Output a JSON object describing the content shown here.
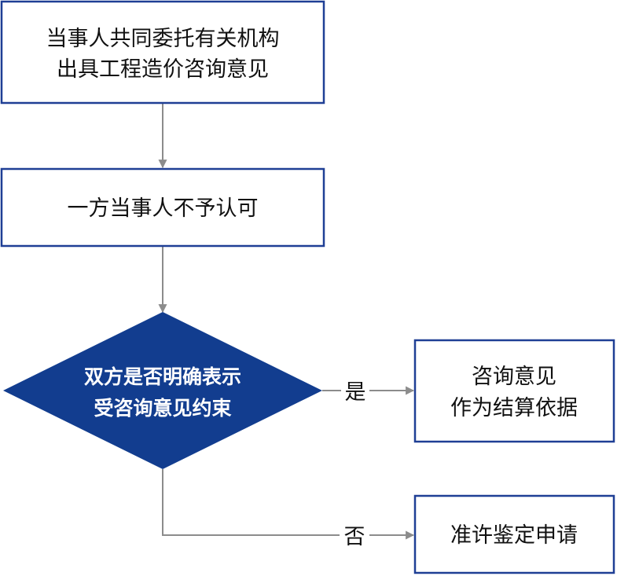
{
  "nodes": {
    "entrust": {
      "lines": [
        "当事人共同委托有关机构",
        "出具工程造价咨询意见"
      ]
    },
    "disagree": {
      "lines": [
        "一方当事人不予认可"
      ]
    },
    "decision": {
      "lines": [
        "双方是否明确表示",
        "受咨询意见约束"
      ]
    },
    "basis": {
      "lines": [
        "咨询意见",
        "作为结算依据"
      ]
    },
    "appraisal": {
      "lines": [
        "准许鉴定申请"
      ]
    }
  },
  "edges": {
    "yes_label": "是",
    "no_label": "否"
  },
  "colors": {
    "box_border": "#1f3f95",
    "diamond_fill": "#123d8f",
    "arrow": "#8c8c8c",
    "text": "#111111",
    "diamond_text": "#ffffff"
  }
}
